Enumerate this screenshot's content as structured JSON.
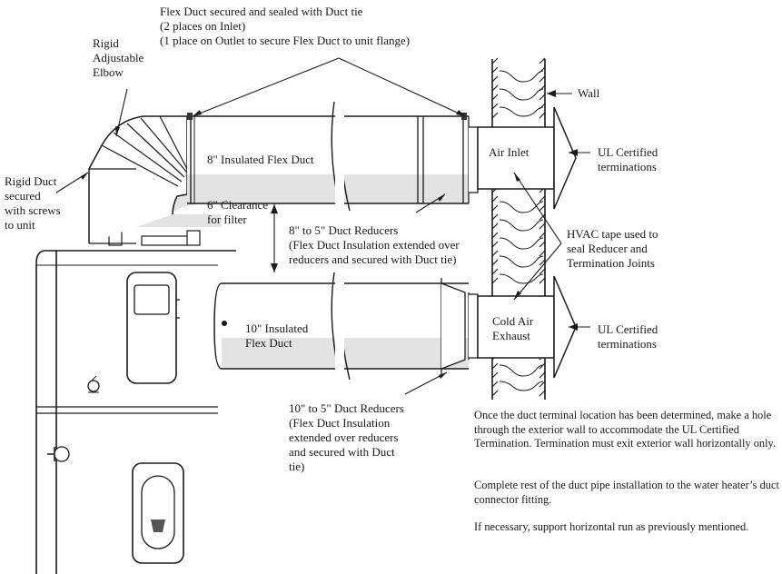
{
  "labels": {
    "flex_duct_tie": {
      "line1": "Flex Duct secured and sealed with Duct tie",
      "line2": "(2 places on Inlet)",
      "line3": "(1 place on Outlet to secure Flex Duct to unit flange)"
    },
    "rigid_elbow": {
      "line1": "Rigid",
      "line2": "Adjustable",
      "line3": "Elbow"
    },
    "wall": "Wall",
    "rigid_duct": {
      "line1": "Rigid Duct",
      "line2": "secured",
      "line3": "with screws",
      "line4": "to unit"
    },
    "insulated_8": "8\" Insulated Flex Duct",
    "air_inlet": "Air Inlet",
    "ul_top": {
      "line1": "UL Certified",
      "line2": "terminations"
    },
    "clearance": {
      "line1": "6\" Clearance",
      "line2": "for filter"
    },
    "reducer_8": {
      "line1": "8\" to 5\" Duct Reducers",
      "line2": "(Flex Duct Insulation extended over",
      "line3": "reducers and secured with Duct tie)"
    },
    "hvac_tape": {
      "line1": "HVAC tape used to",
      "line2": "seal Reducer and",
      "line3": "Termination Joints"
    },
    "insulated_10": {
      "line1": "10\" Insulated",
      "line2": "Flex Duct"
    },
    "cold_air": {
      "line1": "Cold Air",
      "line2": "Exhaust"
    },
    "ul_bottom": {
      "line1": "UL Certified",
      "line2": "terminations"
    },
    "reducer_10": {
      "line1": "10\" to 5\" Duct Reducers",
      "line2": "(Flex Duct Insulation",
      "line3": "extended over reducers",
      "line4": "and secured with Duct",
      "line5": "tie)"
    }
  },
  "notes": [
    "Once the duct terminal location has been determined, make a hole through the exterior wall to accommodate the UL Certified Termination. Termination must exit exterior wall horizontally only.",
    "Complete rest of the duct pipe installation to the water heater’s duct connector fitting.",
    "If necessary, support horizontal run as previously mentioned."
  ],
  "colors": {
    "line": "#1a1a1a",
    "shade": "#e3e3e3",
    "fill": "#ffffff"
  }
}
